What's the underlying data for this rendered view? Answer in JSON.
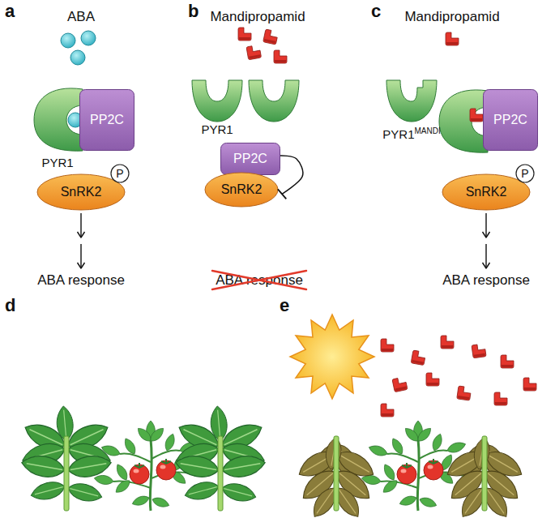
{
  "diagram": {
    "nodes": [
      {
        "text": [
          "PYR1"
        ]
      },
      {
        "text": [
          "PP2C"
        ]
      },
      {
        "text": [
          "SnRK2"
        ]
      },
      {
        "text": [
          "P"
        ]
      },
      {
        "text": [
          "ABA response"
        ]
      },
      {
        "text": [
          "PYR1"
        ]
      },
      {
        "text": [
          "PP2C"
        ]
      },
      {
        "text": [
          "SnRK2"
        ]
      },
      {
        "text": [
          "ABA response"
        ]
      },
      {
        "text": [
          "PYR1",
          "MANDI"
        ]
      },
      {
        "text": [
          "PP2C"
        ]
      },
      {
        "text": [
          "SnRK2"
        ]
      },
      {
        "text": [
          "P"
        ]
      },
      {
        "text": [
          "ABA response"
        ]
      }
    ],
    "edges": [
      {
        "from": 2,
        "to": 4,
        "arrow": "to"
      },
      {
        "from": 6,
        "to": 7,
        "arrow": "to"
      },
      {
        "from": 11,
        "to": 13,
        "arrow": "to"
      }
    ],
    "labels": [
      "a",
      "ABA",
      "b",
      "Mandipropamid",
      "c",
      "Mandipropamid",
      "d",
      "e"
    ]
  }
}
